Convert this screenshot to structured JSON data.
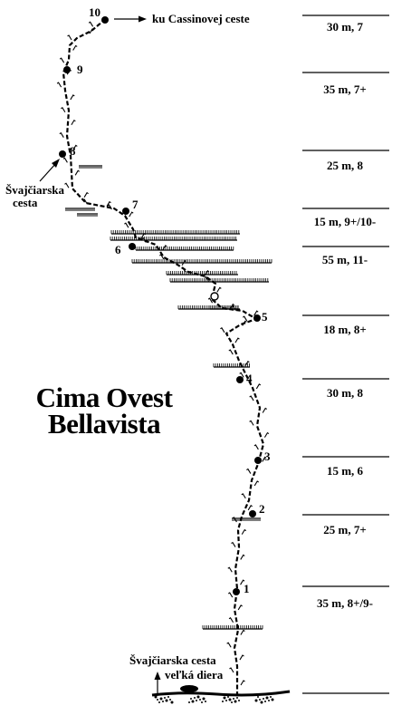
{
  "title": {
    "line1": "Cima Ovest",
    "line2": "Bellavista"
  },
  "pitches": [
    {
      "label": "30 m, 7"
    },
    {
      "label": "35 m, 7+"
    },
    {
      "label": "25 m, 8"
    },
    {
      "label": "15 m, 9+/10-"
    },
    {
      "label": "55 m, 11-"
    },
    {
      "label": "18 m, 8+"
    },
    {
      "label": "30 m, 8"
    },
    {
      "label": "15 m, 6"
    },
    {
      "label": "25 m, 7+"
    },
    {
      "label": "35 m, 8+/9-"
    }
  ],
  "belays": [
    "10",
    "9",
    "8",
    "7",
    "6",
    "5",
    "4",
    "3",
    "2",
    "1"
  ],
  "annotations": {
    "top_exit": "ku Cassinovej ceste",
    "swiss_route_upper_line1": "Švajčiarska",
    "swiss_route_upper_line2": "cesta",
    "swiss_route_lower": "Švajčiarska cesta",
    "big_hole": "veľká diera"
  },
  "colors": {
    "ink": "#000000",
    "background": "#ffffff"
  }
}
